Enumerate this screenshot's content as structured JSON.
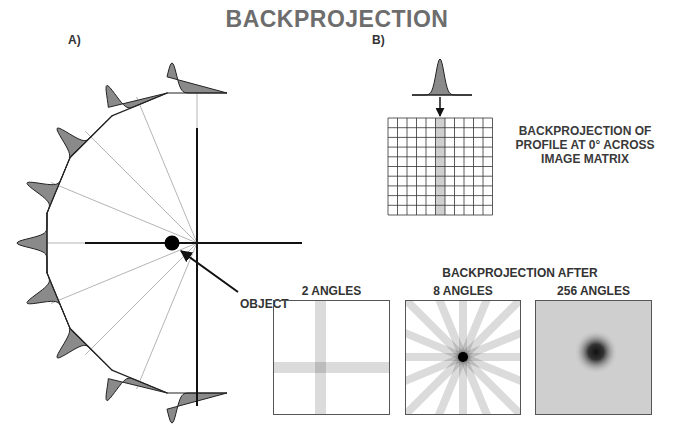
{
  "diagram": {
    "title": "BACKPROJECTION",
    "nodes": [
      {
        "text": [
          "2 ANGLES"
        ]
      },
      {
        "text": [
          "8 ANGLES"
        ]
      },
      {
        "text": [
          "256 ANGLES"
        ]
      }
    ],
    "labels": [
      "A)",
      "B)",
      "OBJECT",
      "BACKPROJECTION OF PROFILE AT 0° ACROSS IMAGE MATRIX",
      "BACKPROJECTION AFTER"
    ]
  }
}
